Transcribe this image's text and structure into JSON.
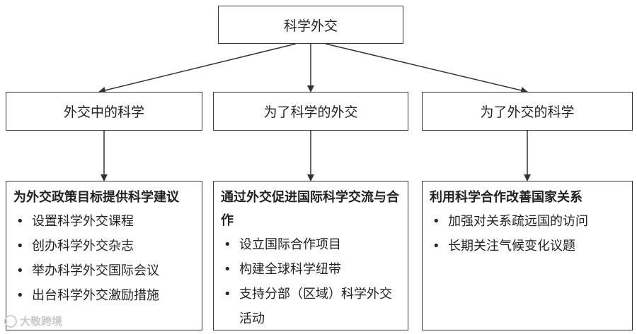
{
  "root": {
    "label": "科学外交"
  },
  "branches": [
    {
      "label": "外交中的科学",
      "title": "为外交政策目标提供科学建议",
      "items": [
        "设置科学外交课程",
        "创办科学外交杂志",
        "举办科学外交国际会议",
        "出台科学外交激励措施"
      ]
    },
    {
      "label": "为了科学的外交",
      "title": "通过外交促进国际科学交流与合作",
      "items": [
        "设立国际合作项目",
        "构建全球科学纽带",
        "支持分部（区域）科学外交活动"
      ]
    },
    {
      "label": "为了外交的科学",
      "title": "利用科学合作改善国家关系",
      "items": [
        "加强对关系疏远国的访问",
        "长期关注气候变化议题"
      ]
    }
  ],
  "bullet": "•",
  "watermark": {
    "text": "大敬跨境",
    "icon": "circle-logo-icon"
  }
}
